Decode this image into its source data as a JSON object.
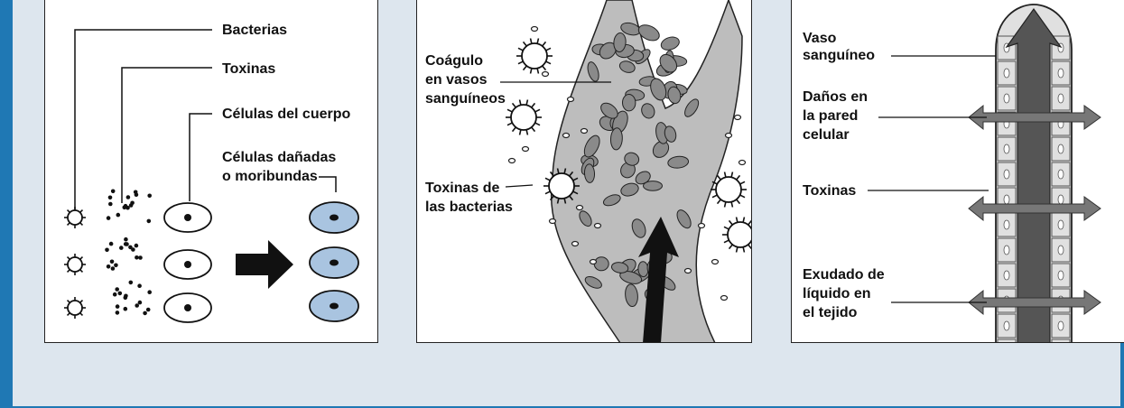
{
  "panel1": {
    "bacteria": "Bacterias",
    "toxins": "Toxinas",
    "body_cells": "Células del cuerpo",
    "damaged_line1": "Células dañadas",
    "damaged_line2": "o moribundas"
  },
  "panel2": {
    "clot_line1": "Coágulo",
    "clot_line2": "en vasos",
    "clot_line3": "sanguíneos",
    "toxins_line1": "Toxinas de",
    "toxins_line2": "las bacterias"
  },
  "panel3": {
    "vessel_line1": "Vaso",
    "vessel_line2": "sanguíneo",
    "damage_line1": "Daños en",
    "damage_line2": "la pared",
    "damage_line3": "celular",
    "toxins": "Toxinas",
    "exudate_line1": "Exudado de",
    "exudate_line2": "líquido en",
    "exudate_line3": "el tejido"
  },
  "colors": {
    "accent": "#1f78b4",
    "background": "#dde6ee",
    "damaged_cell": "#a9c4e0"
  }
}
